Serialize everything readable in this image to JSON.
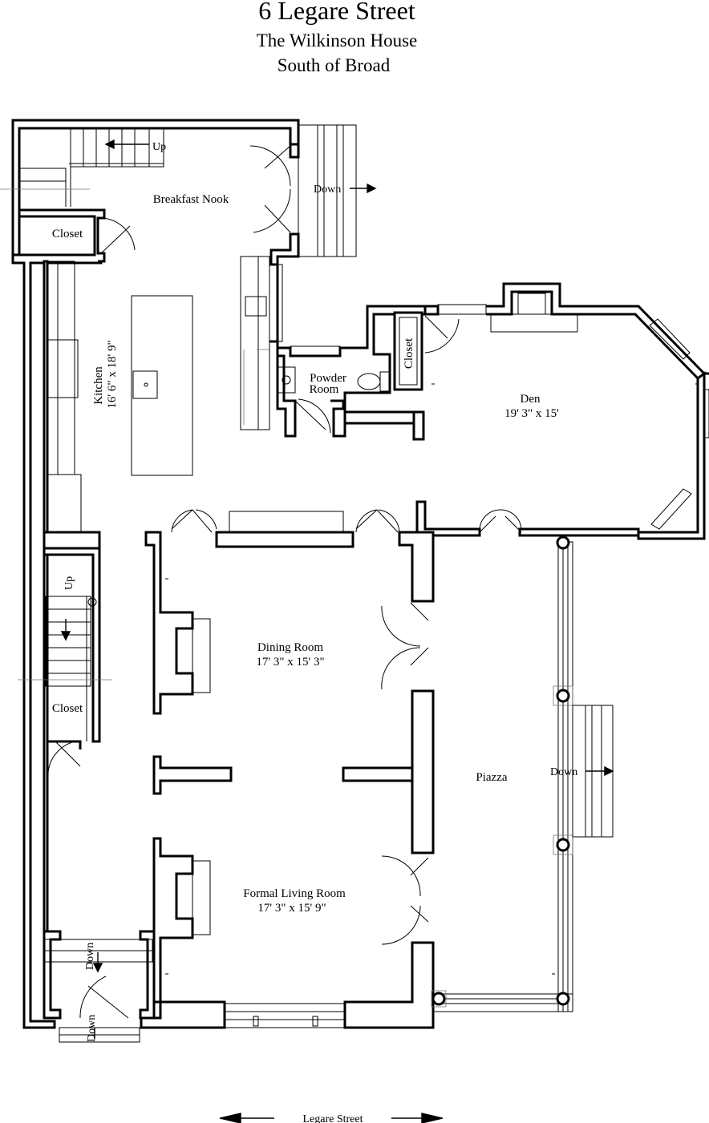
{
  "title": {
    "address": "6 Legare Street",
    "house_name": "The Wilkinson House",
    "neighborhood": "South of Broad"
  },
  "rooms": {
    "breakfast_nook": "Breakfast Nook",
    "closet_top": "Closet",
    "kitchen_name": "Kitchen",
    "kitchen_dims": "16' 6\" x 18' 9\"",
    "powder_room_line1": "Powder",
    "powder_room_line2": "Room",
    "closet_den": "Closet",
    "den_name": "Den",
    "den_dims": "19' 3\" x 15'",
    "dining_name": "Dining Room",
    "dining_dims": "17' 3\" x 15' 3\"",
    "closet_left": "Closet",
    "piazza": "Piazza",
    "living_name": "Formal Living Room",
    "living_dims": "17' 3\" x 15' 9\""
  },
  "stairs": {
    "up_top": "Up",
    "down_top": "Down",
    "up_left": "Up",
    "down_piazza": "Down",
    "down_entry_1": "Down",
    "down_entry_2": "Down"
  },
  "street": {
    "name": "Legare Street"
  }
}
